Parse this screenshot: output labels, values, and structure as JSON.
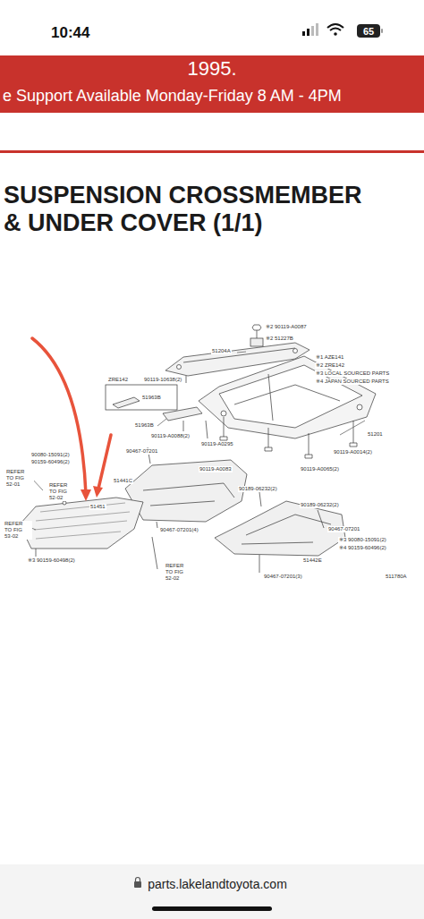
{
  "diagram": {
    "title": "SUSPENSION CROSSMEMBER & UNDER COVER (1/1)",
    "labels": [
      "10:44",
      "65",
      "1995.",
      "e Support Available Monday-Friday 8 AM - 4PM",
      "※2 90119-A0087",
      "※2 51227B",
      "51204A",
      "※1 AZE141",
      "※2 ZRE142",
      "※3 LOCAL SOURCED PARTS",
      "※4 JAPAN SOURCED PARTS",
      "ZRE142",
      "51963B",
      "90119-10638(2)",
      "51963B",
      "90119-A0088(2)",
      "90119-A0295",
      "51201",
      "90119-A0014(2)",
      "90467-07201",
      "90080-15091(2)",
      "90159-60496(2)",
      "REFER TO FIG 52-01",
      "51441C",
      "90119-A0083",
      "90119-A0065(2)",
      "REFER TO FIG 52-02",
      "90189-06232(2)",
      "51451",
      "90189-06232(2)",
      "REFER TO FIG 53-02",
      "90467-07201(4)",
      "90467-07201",
      "※3 90080-15091(2)",
      "※4 90159-60496(2)",
      "※3 90159-60498(2)",
      "51442E",
      "REFER TO FIG 52-02",
      "90467-07201(3)",
      "511780A",
      "parts.lakelandtoyota.com"
    ]
  }
}
